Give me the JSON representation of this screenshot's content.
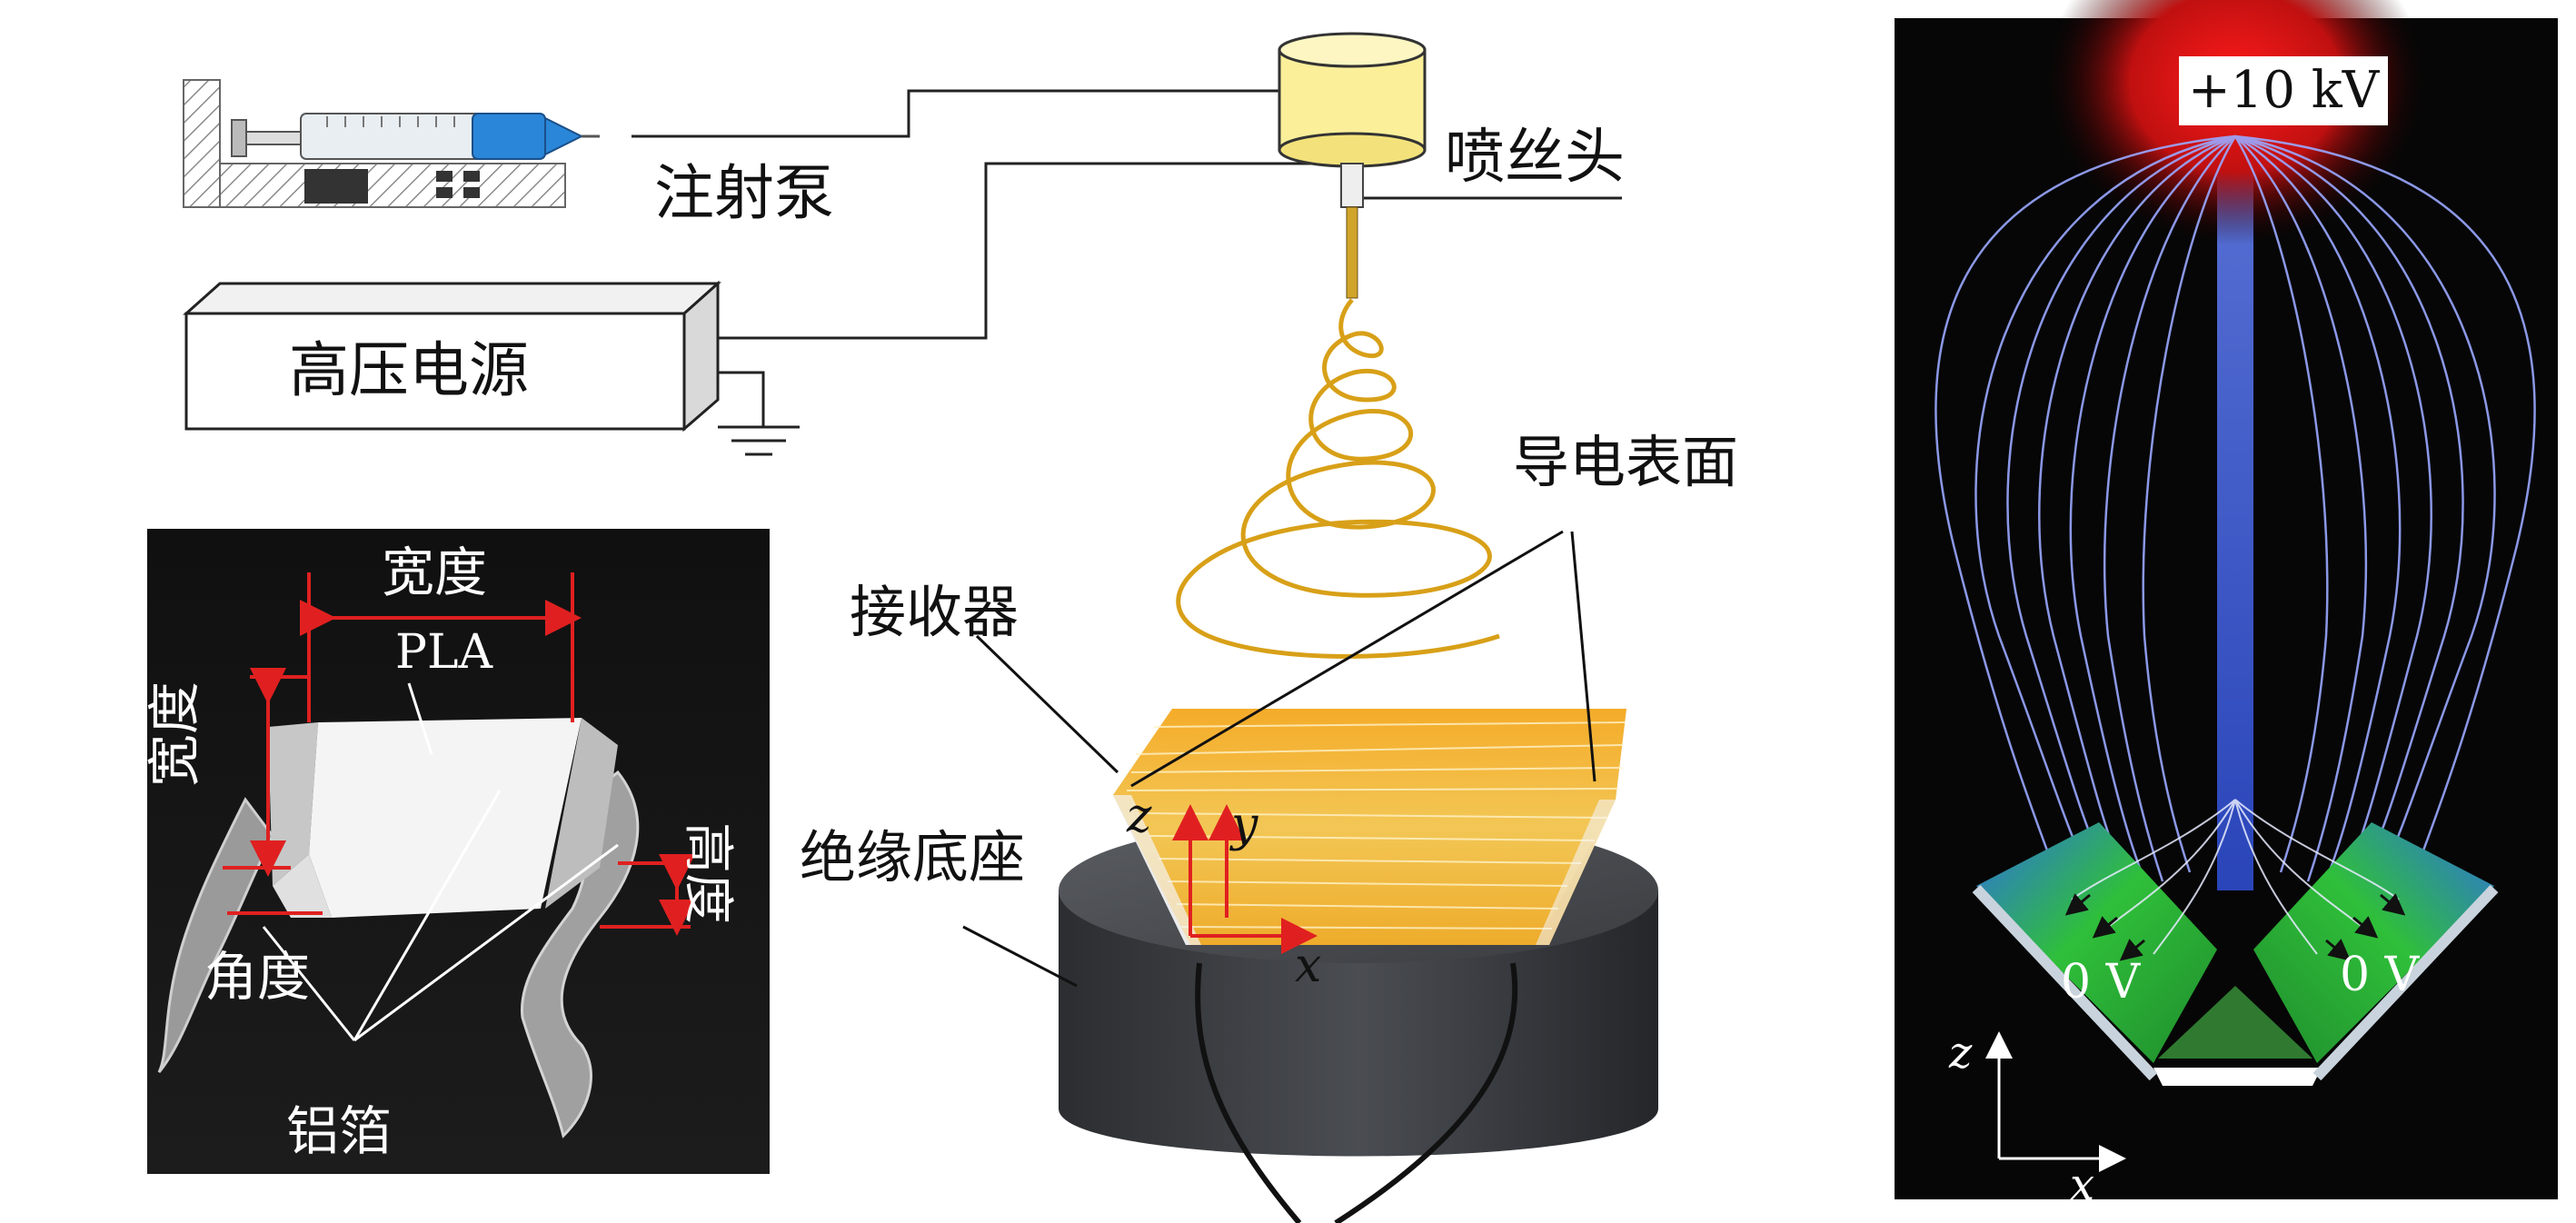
{
  "labels": {
    "syringe_pump": "注射泵",
    "nozzle": "喷丝头",
    "hv_supply": "高压电源",
    "conductive_surface": "导电表面",
    "receiver": "接收器",
    "insulating_base": "绝缘底座",
    "width_top": "宽度",
    "width_side": "宽度",
    "height": "高度",
    "angle": "角度",
    "pla": "PLA",
    "foil": "铝箔"
  },
  "axes_center": {
    "z": "z",
    "y": "y",
    "x": "x"
  },
  "field_plot": {
    "voltage_top": "+10 kV",
    "voltage_left": "0 V",
    "voltage_right": "0 V",
    "axis_z": "z",
    "axis_x": "x"
  },
  "colors": {
    "fiber": "#d8a018",
    "collector_gold": "#f2b21e",
    "field_line": "#9aa8ff",
    "hot_spot": "#ff1a1a",
    "plate_green": "#2fbf3a",
    "plate_blue": "#2e6fe0"
  }
}
